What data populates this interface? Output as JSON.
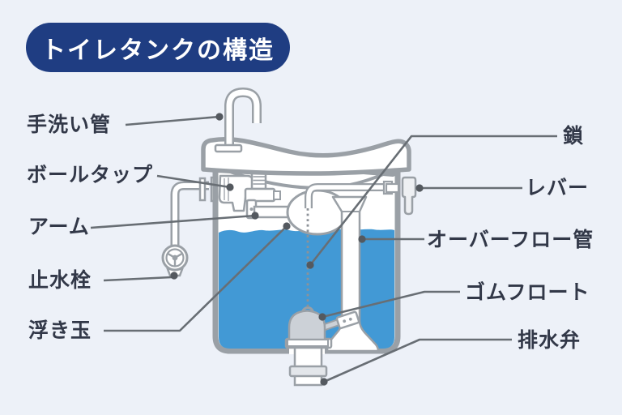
{
  "title": "トイレタンクの構造",
  "parts": {
    "hand_wash_pipe": "手洗い管",
    "ball_tap": "ボールタップ",
    "arm": "アーム",
    "stop_valve": "止水栓",
    "float_ball": "浮き玉",
    "chain": "鎖",
    "lever": "レバー",
    "overflow_pipe": "オーバーフロー管",
    "rubber_float": "ゴムフロート",
    "drain_valve": "排水弁"
  },
  "colors": {
    "background": "#edf1f8",
    "title_background": "#1f3d82",
    "title_text": "#ffffff",
    "label_text": "#323848",
    "diagram_outline": "#9aa0a6",
    "light_gray_fill": "#ccd1d7",
    "water_blue": "#4299d5",
    "callout_line": "#686e74",
    "callout_dot": "#54595f"
  }
}
